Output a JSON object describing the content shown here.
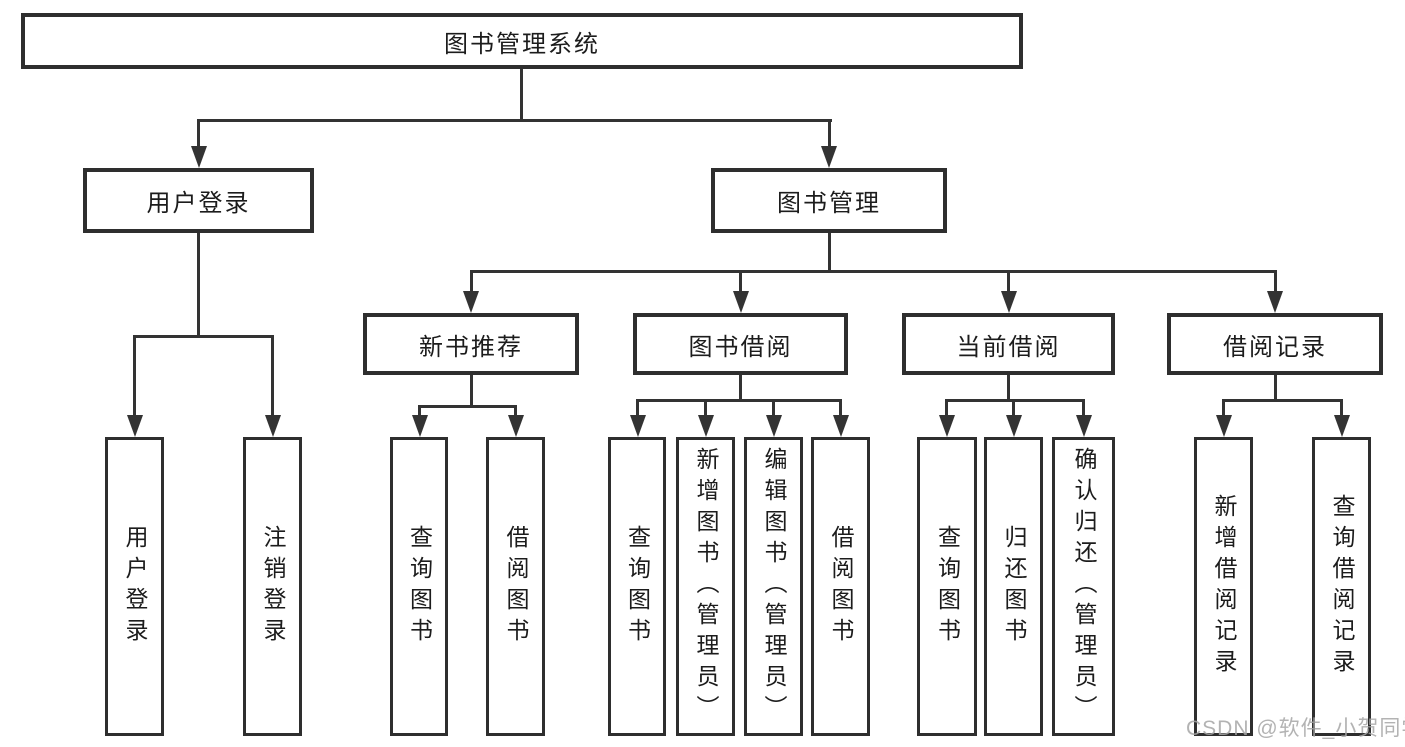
{
  "diagram": {
    "title": "图书管理系统",
    "nodes": [
      {
        "id": "root",
        "label": "图书管理系统",
        "level": 1,
        "parent": null,
        "type": "branch",
        "text_direction": "horizontal"
      },
      {
        "id": "user-login",
        "label": "用户登录",
        "level": 2,
        "parent": "root",
        "type": "branch",
        "text_direction": "horizontal"
      },
      {
        "id": "book-mgmt",
        "label": "图书管理",
        "level": 2,
        "parent": "root",
        "type": "branch",
        "text_direction": "horizontal"
      },
      {
        "id": "new-book-rec",
        "label": "新书推荐",
        "level": 3,
        "parent": "book-mgmt",
        "type": "branch",
        "text_direction": "horizontal"
      },
      {
        "id": "book-borrow",
        "label": "图书借阅",
        "level": 3,
        "parent": "book-mgmt",
        "type": "branch",
        "text_direction": "horizontal"
      },
      {
        "id": "current-borrow",
        "label": "当前借阅",
        "level": 3,
        "parent": "book-mgmt",
        "type": "branch",
        "text_direction": "horizontal"
      },
      {
        "id": "borrow-record",
        "label": "借阅记录",
        "level": 3,
        "parent": "book-mgmt",
        "type": "branch",
        "text_direction": "horizontal"
      },
      {
        "id": "login",
        "label": "用户登录",
        "level": 4,
        "parent": "user-login",
        "type": "leaf",
        "text_direction": "vertical"
      },
      {
        "id": "logout",
        "label": "注销登录",
        "level": 4,
        "parent": "user-login",
        "type": "leaf",
        "text_direction": "vertical"
      },
      {
        "id": "rec-query",
        "label": "查询图书",
        "level": 4,
        "parent": "new-book-rec",
        "type": "leaf",
        "text_direction": "vertical"
      },
      {
        "id": "rec-borrow",
        "label": "借阅图书",
        "level": 4,
        "parent": "new-book-rec",
        "type": "leaf",
        "text_direction": "vertical"
      },
      {
        "id": "bb-query",
        "label": "查询图书",
        "level": 4,
        "parent": "book-borrow",
        "type": "leaf",
        "text_direction": "vertical"
      },
      {
        "id": "bb-add",
        "label": "新增图书（管理员）",
        "level": 4,
        "parent": "book-borrow",
        "type": "leaf",
        "text_direction": "vertical"
      },
      {
        "id": "bb-edit",
        "label": "编辑图书（管理员）",
        "level": 4,
        "parent": "book-borrow",
        "type": "leaf",
        "text_direction": "vertical"
      },
      {
        "id": "bb-borrow",
        "label": "借阅图书",
        "level": 4,
        "parent": "book-borrow",
        "type": "leaf",
        "text_direction": "vertical"
      },
      {
        "id": "cb-query",
        "label": "查询图书",
        "level": 4,
        "parent": "current-borrow",
        "type": "leaf",
        "text_direction": "vertical"
      },
      {
        "id": "cb-return",
        "label": "归还图书",
        "level": 4,
        "parent": "current-borrow",
        "type": "leaf",
        "text_direction": "vertical"
      },
      {
        "id": "cb-confirm",
        "label": "确认归还（管理员）",
        "level": 4,
        "parent": "current-borrow",
        "type": "leaf",
        "text_direction": "vertical"
      },
      {
        "id": "br-add",
        "label": "新增借阅记录",
        "level": 4,
        "parent": "borrow-record",
        "type": "leaf",
        "text_direction": "vertical"
      },
      {
        "id": "br-query",
        "label": "查询借阅记录",
        "level": 4,
        "parent": "borrow-record",
        "type": "leaf",
        "text_direction": "vertical"
      }
    ]
  },
  "watermark": {
    "text": "CSDN @软件_小贺同学"
  },
  "colors": {
    "background": "#ffffff",
    "box_border": "#2e2e2e",
    "box_fill": "#ffffff",
    "line": "#333333",
    "text": "#1c1c1c",
    "watermark": "#a6a6a6"
  }
}
